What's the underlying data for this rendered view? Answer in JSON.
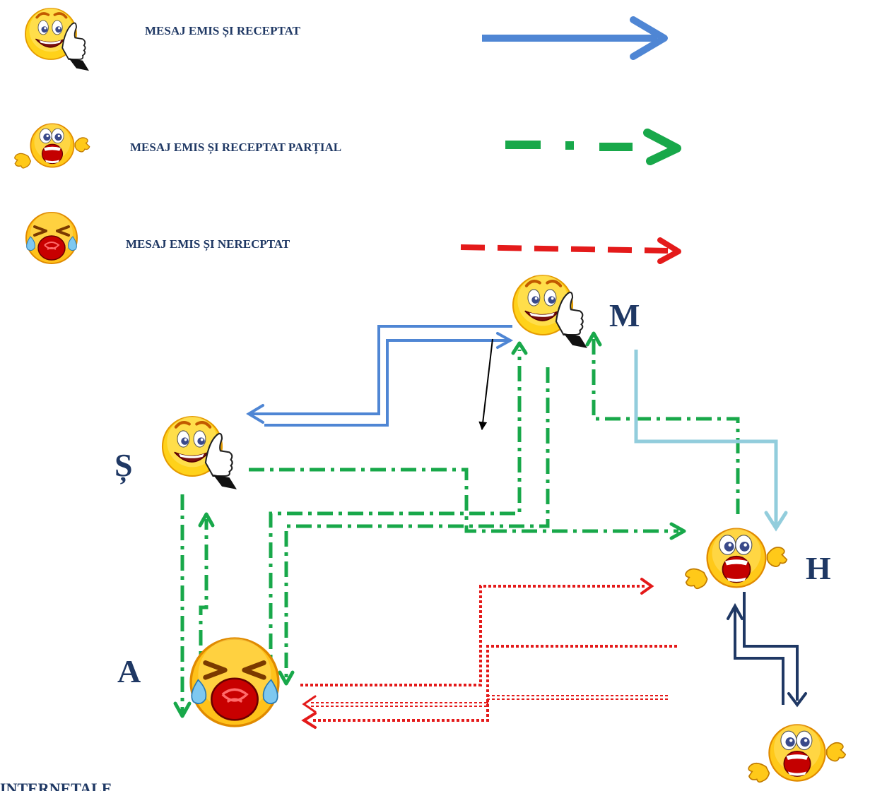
{
  "legend": [
    {
      "label": "MESAJ  EMIS ȘI RECEPTAT",
      "icon": "happy-thumbs-up-icon",
      "line_style": "solid",
      "color": "#4f86d4"
    },
    {
      "label": "MESAJ EMIS ȘI RECEPTAT PARȚIAL",
      "icon": "scared-screaming-icon",
      "line_style": "dash-dot",
      "color": "#18a84a"
    },
    {
      "label": "MESAJ EMIS ȘI NERECPTAT",
      "icon": "crying-icon",
      "line_style": "dashed",
      "color": "#e41a1a"
    }
  ],
  "nodes": [
    {
      "id": "M",
      "label": "M",
      "icon": "happy-thumbs-up-icon"
    },
    {
      "id": "S",
      "label": "Ș",
      "icon": "happy-thumbs-up-icon"
    },
    {
      "id": "H",
      "label": "H",
      "icon": "scared-screaming-icon"
    },
    {
      "id": "A",
      "label": "A",
      "icon": "crying-icon"
    },
    {
      "id": "X",
      "label": "",
      "icon": "scared-screaming-icon"
    }
  ],
  "colors": {
    "received": "#4f86d4",
    "partial": "#18a84a",
    "not_received": "#e41a1a",
    "light_blue": "#92cddc",
    "dark_navy": "#1f3864",
    "label": "#1f3864"
  },
  "footer": "INTERNETALE"
}
